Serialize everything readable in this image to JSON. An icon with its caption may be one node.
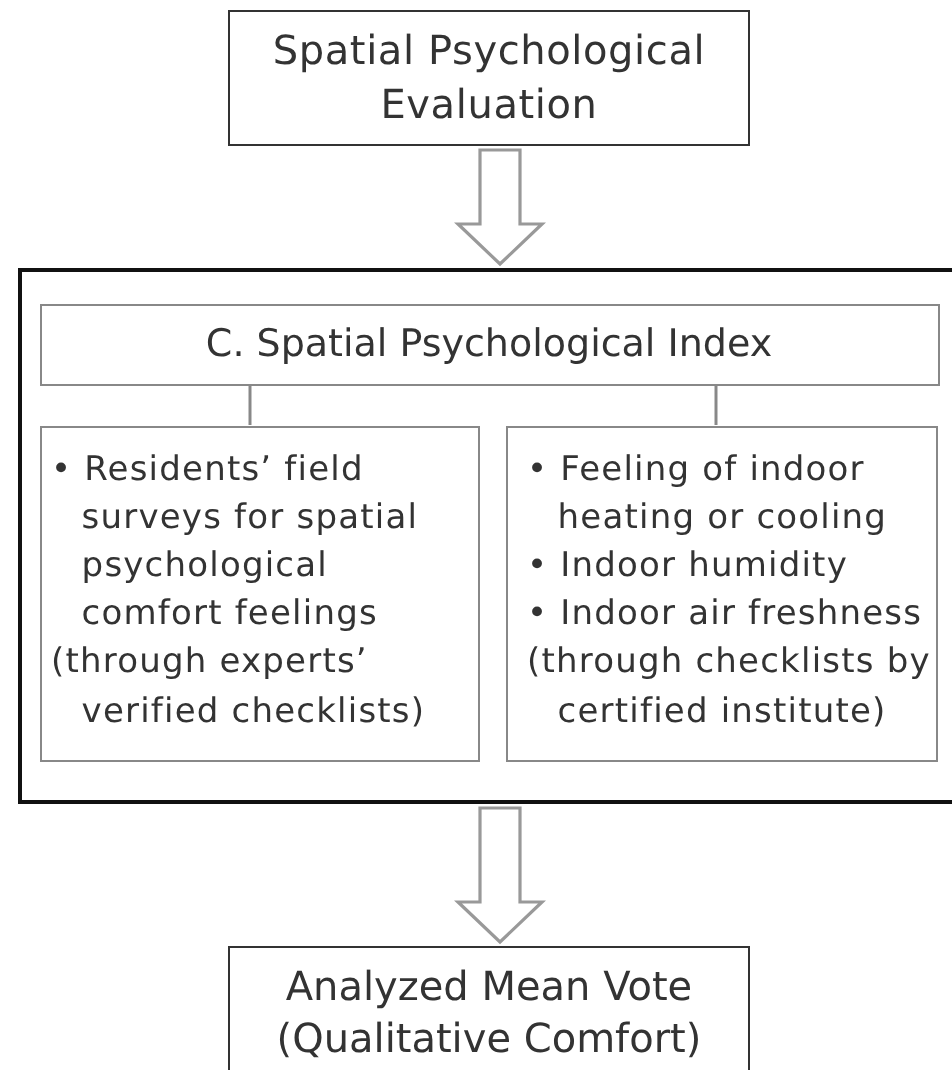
{
  "diagram": {
    "nodes": [
      {
        "text": [
          "Spatial Psychological Evaluation"
        ]
      },
      {
        "text": [],
        "shape": "box"
      },
      {
        "text": [
          "C. Spatial Psychological Index"
        ],
        "in": 1
      },
      {
        "text": [
          "• Residents’ field surveys for spatial psychological comfort feelings",
          "(through experts’ verified checklists)"
        ],
        "in": 1
      },
      {
        "text": [
          "• Feeling of indoor heating or cooling",
          "• Indoor humidity",
          "• Indoor air freshness",
          "(through checklists by certified institute)"
        ],
        "in": 1
      },
      {
        "text": [
          "Analyzed Mean Vote (Qualitative Comfort)"
        ]
      }
    ],
    "edges": [
      {
        "from": 0,
        "to": 1,
        "arrow": "to",
        "style": "thick"
      },
      {
        "from": 2,
        "to": 3,
        "arrow": "none"
      },
      {
        "from": 2,
        "to": 4,
        "arrow": "none"
      },
      {
        "from": 1,
        "to": 5,
        "arrow": "to",
        "style": "thick"
      }
    ]
  }
}
